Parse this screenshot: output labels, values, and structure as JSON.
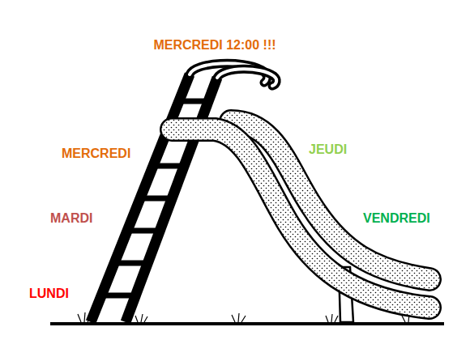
{
  "diagram": {
    "labels": [
      "MERCREDI 12:00 !!!",
      "MERCREDI",
      "MARDI",
      "LUNDI",
      "JEUDI",
      "VENDREDI"
    ]
  }
}
